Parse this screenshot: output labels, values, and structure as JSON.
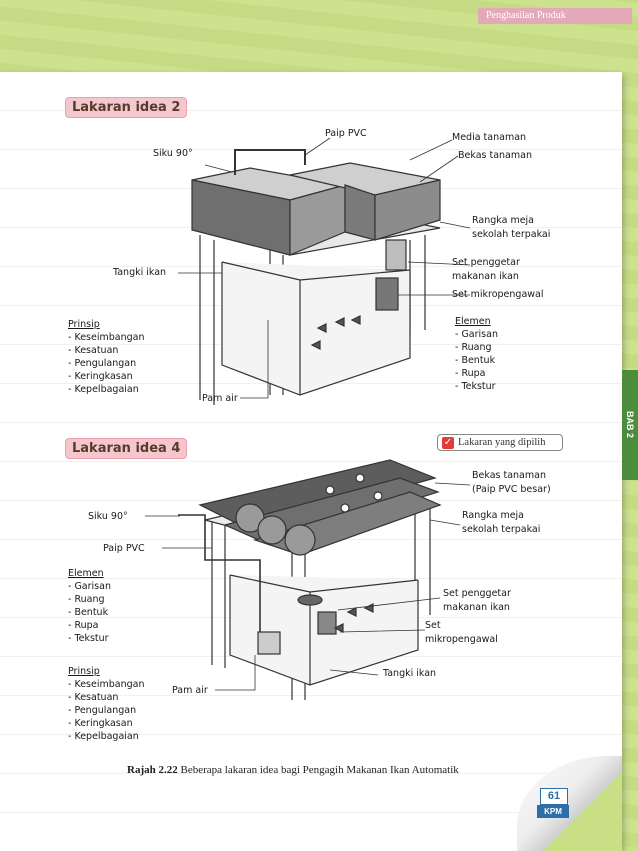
{
  "header": {
    "section": "Penghasilan Produk"
  },
  "chapter_tab": "BAB 2",
  "idea2": {
    "title": "Lakaran idea 2",
    "labels": {
      "paip_pvc": "Paip PVC",
      "media_tanaman": "Media tanaman",
      "siku": "Siku 90°",
      "bekas_tanaman": "Bekas tanaman",
      "rangka_1": "Rangka meja",
      "rangka_2": "sekolah terpakai",
      "tangki": "Tangki ikan",
      "set_penggetar_1": "Set penggetar",
      "set_penggetar_2": "makanan ikan",
      "set_mikro": "Set mikropengawal",
      "pam_air": "Pam air"
    },
    "prinsip": {
      "heading": "Prinsip",
      "items": [
        "- Keseimbangan",
        "- Kesatuan",
        "- Pengulangan",
        "- Keringkasan",
        "- Kepelbagaian"
      ]
    },
    "elemen": {
      "heading": "Elemen",
      "items": [
        "- Garisan",
        "- Ruang",
        "- Bentuk",
        "- Rupa",
        "- Tekstur"
      ]
    }
  },
  "idea4": {
    "title": "Lakaran idea 4",
    "selected_badge": "Lakaran yang dipilih",
    "labels": {
      "bekas_1": "Bekas tanaman",
      "bekas_2": "(Paip PVC besar)",
      "siku": "Siku 90°",
      "rangka_1": "Rangka meja",
      "rangka_2": "sekolah terpakai",
      "paip_pvc": "Paip PVC",
      "set_penggetar_1": "Set penggetar",
      "set_penggetar_2": "makanan ikan",
      "set_1": "Set",
      "set_2": "mikropengawal",
      "tangki": "Tangki ikan",
      "pam_air": "Pam air"
    },
    "elemen": {
      "heading": "Elemen",
      "items": [
        "- Garisan",
        "- Ruang",
        "- Bentuk",
        "- Rupa",
        "- Tekstur"
      ]
    },
    "prinsip": {
      "heading": "Prinsip",
      "items": [
        "- Keseimbangan",
        "- Kesatuan",
        "- Pengulangan",
        "- Keringkasan",
        "- Kepelbagaian"
      ]
    }
  },
  "caption": {
    "number": "Rajah 2.22",
    "text": " Beberapa lakaran idea bagi Pengagih Makanan Ikan Automatik"
  },
  "page": {
    "number": "61",
    "publisher": "KPM"
  },
  "colors": {
    "accent_pink": "#f4c7cf",
    "bg_green": "#c9df86",
    "tab_green": "#4c8d3b",
    "kpm_blue": "#2d6fa8"
  }
}
